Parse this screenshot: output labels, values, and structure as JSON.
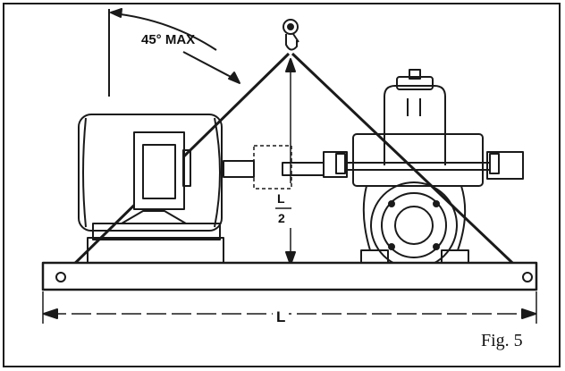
{
  "labels": {
    "angle": "45° MAX",
    "span": "L",
    "half_numerator": "L",
    "half_denominator": "2"
  },
  "caption": "Fig. 5",
  "colors": {
    "ink": "#1a1a1a",
    "paper": "#ffffff"
  }
}
